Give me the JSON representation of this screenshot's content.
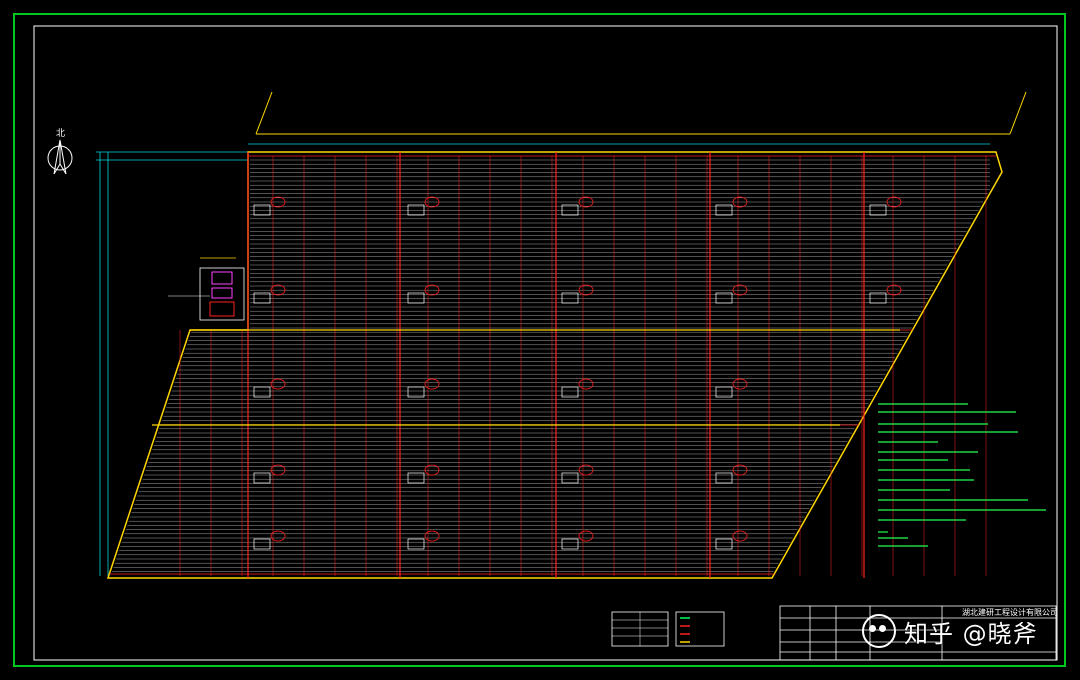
{
  "north_label": "北",
  "company_name": "湖北建研工程设计有限公司",
  "watermark": "知乎 @晓斧",
  "colors": {
    "frame": "#00c81e",
    "inner_frame": "#ffffff",
    "outline": "#ffd700",
    "grid": "#e8e8e8",
    "pipe": "#ff2020",
    "dim": "#00d8d8",
    "note": "#20ff50",
    "title_block": "#ffffff"
  }
}
